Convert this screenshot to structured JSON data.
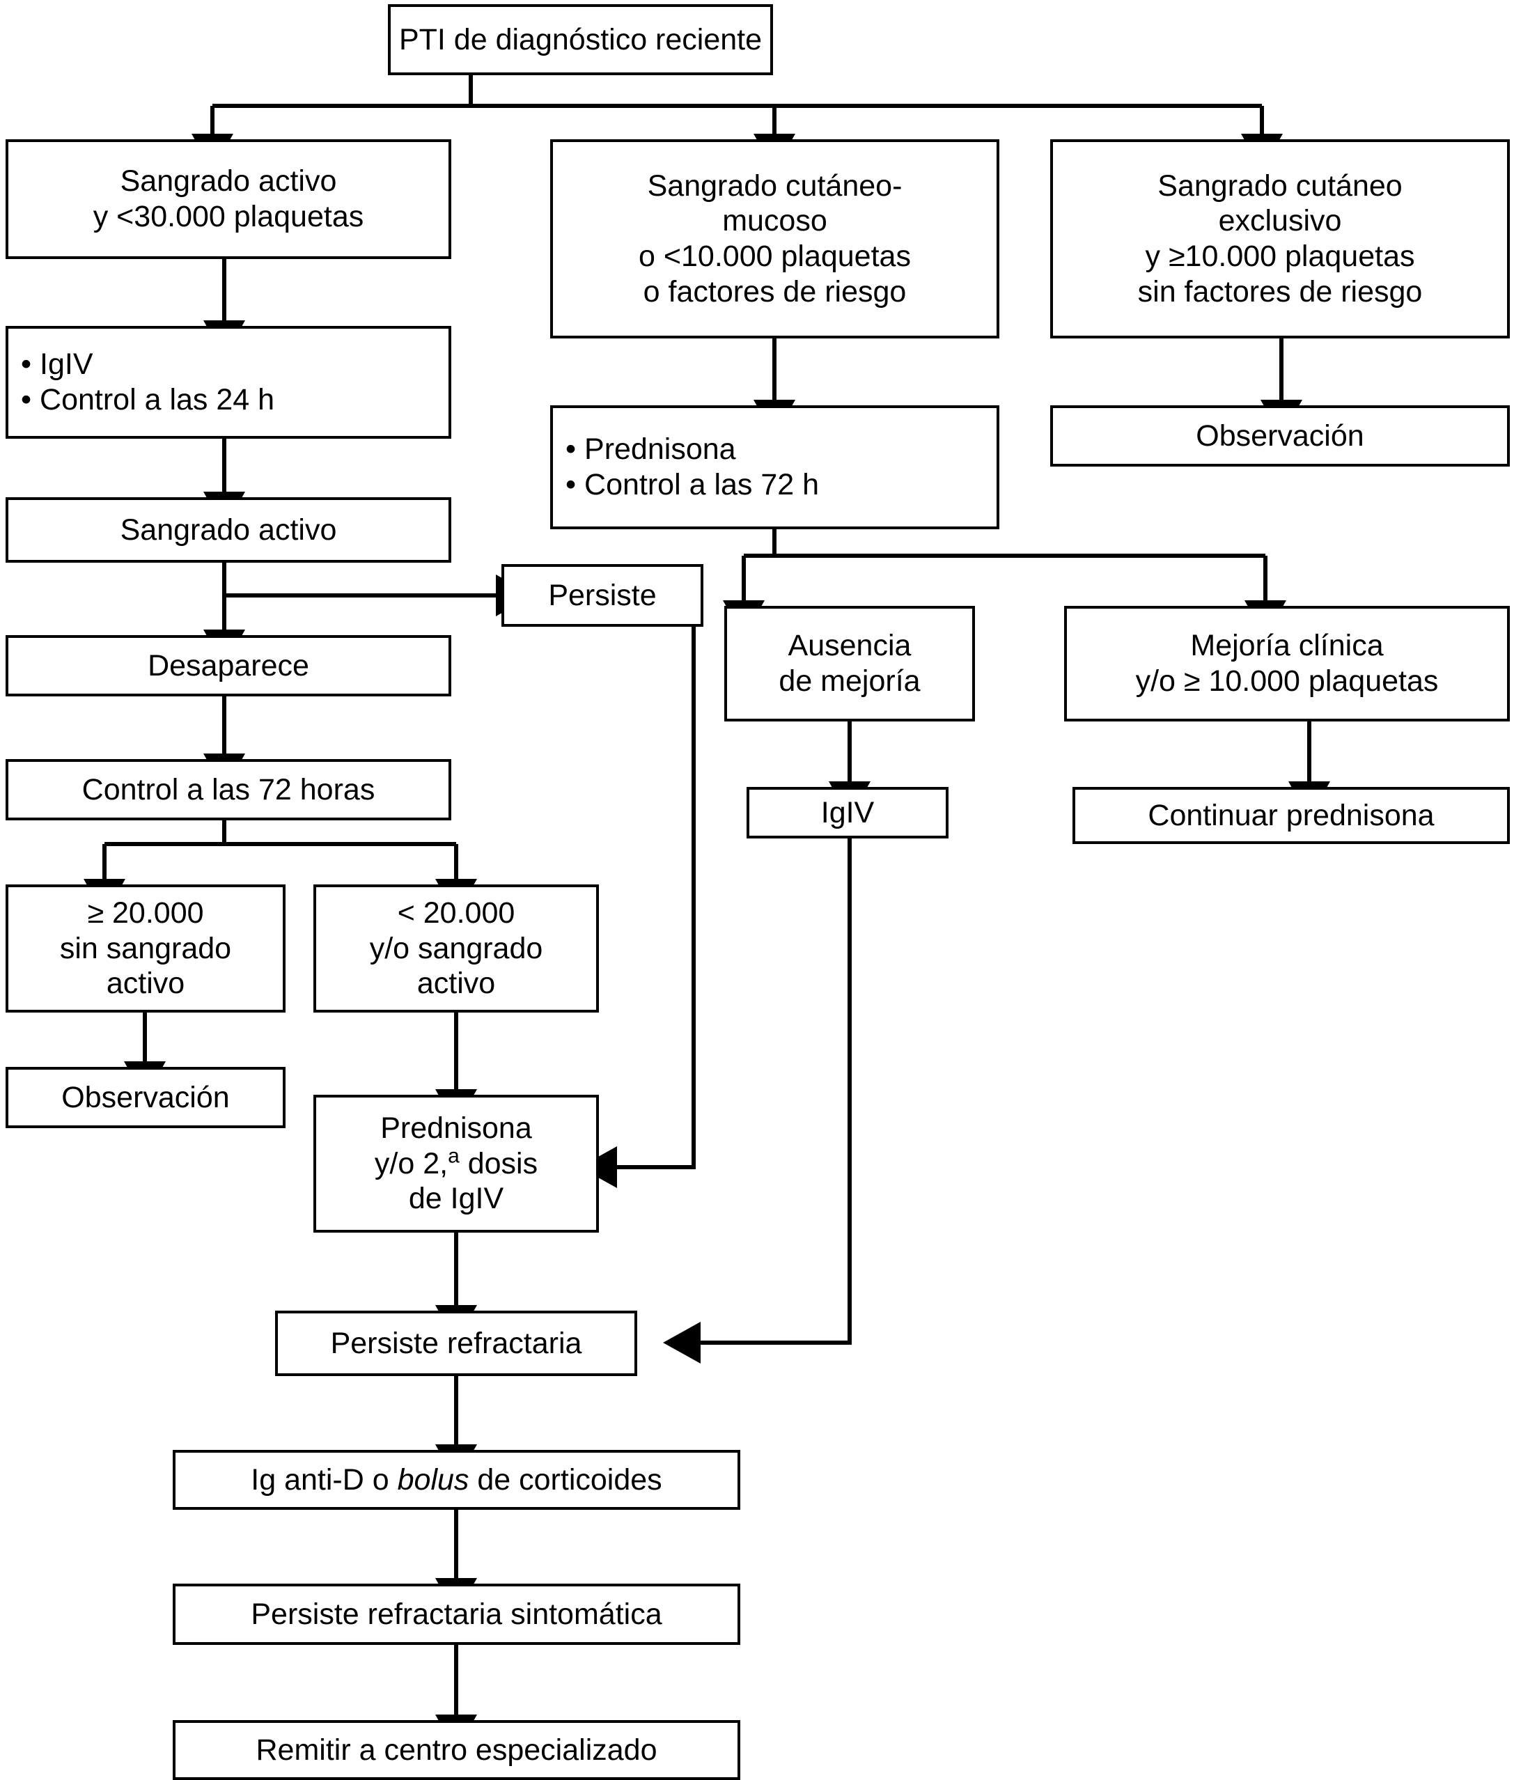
{
  "diagram": {
    "title": "PTI de diagnóstico reciente",
    "language": "es",
    "type": "clinical-flowchart",
    "stroke_color": "#000000",
    "background_color": "#ffffff"
  },
  "nodes": {
    "root": {
      "line1": "PTI de diagnóstico reciente"
    },
    "branchA": {
      "line1": "Sangrado activo",
      "line2": "y <30.000 plaquetas"
    },
    "branchB": {
      "line1": "Sangrado cutáneo-",
      "line2": "mucoso",
      "line3": "o <10.000 plaquetas",
      "line4": "o factores de riesgo"
    },
    "branchC": {
      "line1": "Sangrado cutáneo",
      "line2": "exclusivo",
      "line3": "y ≥10.000 plaquetas",
      "line4": "sin factores de riesgo"
    },
    "treatA": {
      "bullet1": "IgIV",
      "bullet2": "Control a las 24 h"
    },
    "treatB": {
      "bullet1": "Prednisona",
      "bullet2": "Control a las 72 h"
    },
    "observC": {
      "line1": "Observación"
    },
    "sangradoActivo": {
      "line1": "Sangrado activo"
    },
    "persiste": {
      "line1": "Persiste"
    },
    "desaparece": {
      "line1": "Desaparece"
    },
    "ausenciaMejoria": {
      "line1": "Ausencia",
      "line2": "de mejoría"
    },
    "mejoriaClinica": {
      "line1": "Mejoría clínica",
      "line2": "y/o ≥ 10.000 plaquetas"
    },
    "control72": {
      "line1": "Control a las 72 horas"
    },
    "iglvRight": {
      "line1": "IgIV"
    },
    "continuarPrednisona": {
      "line1": "Continuar prednisona"
    },
    "mayor20000": {
      "line1": "≥ 20.000",
      "line2": "sin sangrado",
      "line3": "activo"
    },
    "menor20000": {
      "line1": "< 20.000",
      "line2": "y/o sangrado",
      "line3": "activo"
    },
    "observacionLeft": {
      "line1": "Observación"
    },
    "prednisona2dosis": {
      "line1": "Prednisona",
      "line2a": "y/o 2,",
      "line2sup": "a",
      "line2b": " dosis",
      "line3": "de IgIV"
    },
    "persisteRefractaria": {
      "line1": "Persiste refractaria"
    },
    "igAntiD": {
      "pre": "Ig anti-D o ",
      "em": "bolus",
      "post": " de corticoides"
    },
    "persisteRefractariaSint": {
      "line1": "Persiste refractaria sintomática"
    },
    "remitir": {
      "line1": "Remitir a centro especializado"
    }
  }
}
